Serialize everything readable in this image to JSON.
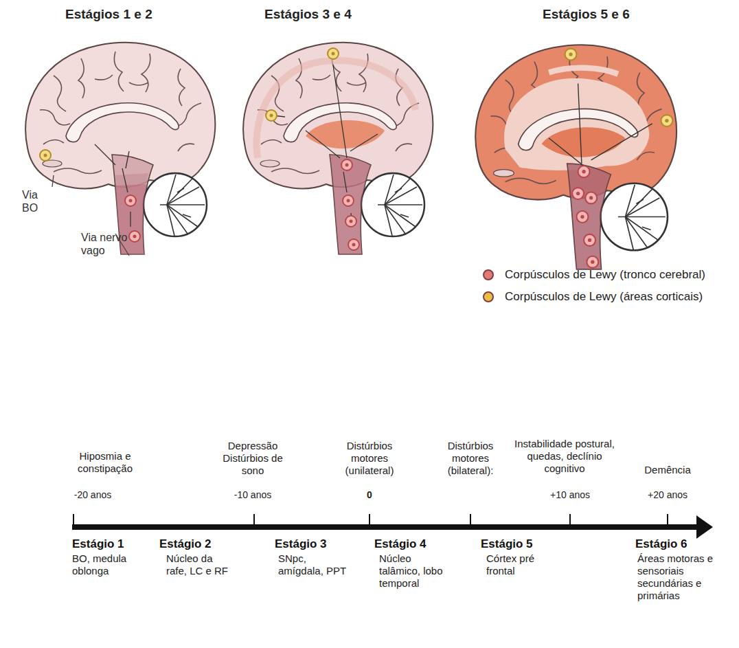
{
  "diagram": {
    "labels": [
      "Estágios 1 e 2",
      "Estágios 3 e 4",
      "Estágios 5 e 6",
      "Via BO",
      "Via nervo vago",
      "Hiposmia e constipação",
      "-20 anos",
      "Depressão Distúrbios de sono",
      "-10 anos",
      "Distúrbios motores (unilateral)",
      "0",
      "Distúrbios motores (bilateral):",
      "Instabilidade postural, quedas, declínio cognitivo",
      "+10 anos",
      "Demência",
      "+20 anos",
      "Estágio 1",
      "BO, medula oblonga",
      "Estágio 2",
      "Núcleo da rafe, LC e RF",
      "Estágio 3",
      "SNpc, amígdala, PPT",
      "Estágio 4",
      "Núcleo talâmico, lobo temporal",
      "Estágio 5",
      "Córtex pré frontal",
      "Estágio 6",
      "Áreas motoras e sensoriais secundárias e primárias"
    ],
    "legend": [
      {
        "text": "Corpúsculos de Lewy (tronco cerebral)",
        "color": "#e07a7a"
      },
      {
        "text": "Corpúsculos de Lewy (áreas corticais)",
        "color": "#e8c046"
      }
    ]
  }
}
